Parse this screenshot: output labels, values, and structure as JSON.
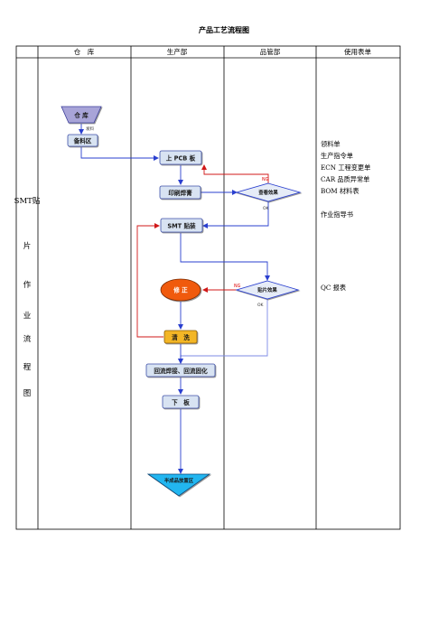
{
  "title": "产品工艺流程图",
  "columns": [
    "仓　库",
    "生产部",
    "品管部",
    "使用表单"
  ],
  "side_label": [
    "SMT贴",
    "片",
    "作",
    "业",
    "流",
    "程",
    "图"
  ],
  "nodes": {
    "warehouse": "仓 库",
    "issue": "发料",
    "prep": "备料区",
    "pcb": "上 PCB 板",
    "print": "印刷焊膏",
    "smt": "SMT 贴装",
    "correct": "修 正",
    "clean": "清　洗",
    "reflow": "回流焊接、回流固化",
    "unload": "下　板",
    "finished": "半成品放置区"
  },
  "decisions": {
    "paste_check": "查看效果",
    "place_check": "贴片效果"
  },
  "edge_labels": {
    "ng1": "NG",
    "ok1": "OK",
    "ng2": "NG",
    "ok2": "OK"
  },
  "forms": [
    "领料单",
    "生产指令单",
    "ECN 工程变更单",
    "CAR 品质异常单",
    "BOM 材料表",
    "",
    "作业指导书",
    "",
    "",
    "",
    "",
    "QC 报表"
  ],
  "colors": {
    "box_fill": "#d8e3f2",
    "warehouse_fill": "#a8a4d8",
    "correct_fill": "#f05a0a",
    "clean_fill": "#f3b628",
    "finished_fill": "#22b6f0",
    "arrow_blue": "#2a3fcf",
    "arrow_red": "#d01818"
  }
}
